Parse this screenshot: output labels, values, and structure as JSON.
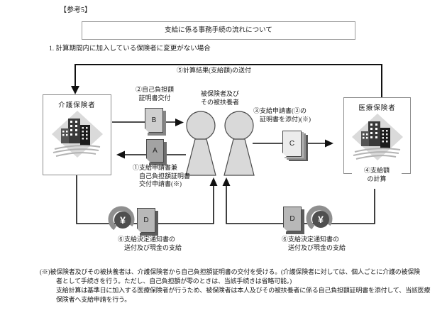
{
  "page": {
    "ref_label": "【参考5】",
    "title": "支給に係る事務手続の流れについて",
    "section_heading": "1. 計算期間内に加入している保険者に変更がない場合"
  },
  "diagram": {
    "care_insurer_label": "介護保険者",
    "medical_insurer_label": "医療保険者",
    "insured_label": [
      "被保険者及び",
      "その被扶養者"
    ],
    "yen_symbol": "¥",
    "documents": {
      "a": "A",
      "b": "B",
      "c": "C",
      "d_left": "D",
      "d_right": "D"
    },
    "steps": {
      "s1": [
        "①支給申請書兼",
        "自己負担額証明書",
        "交付申請書(※)"
      ],
      "s2": [
        "②自己負担額",
        "証明書交付"
      ],
      "s3": [
        "③支給申請書(②の",
        "証明書を添付)(※)"
      ],
      "s4": [
        "④支給額",
        "の計算"
      ],
      "s5": "⑤計算結果(支給額)の送付",
      "s6_left": [
        "⑥支給決定通知書の",
        "送付及び現金の支給"
      ],
      "s6_right": [
        "⑥支給決定通知書の",
        "送付及び現金の支給"
      ]
    }
  },
  "footnote": {
    "lines": [
      "(※)被保険者及びその被扶養者は、介護保険者から自己負担額証明書の交付を受ける。(介護保険者に対しては、個人ごとに介護の被保険",
      "者として手続きを行う。ただし、自己負担額が零のときは、当該手続きは省略可能。)",
      "支給計算は基準日に加入する医療保険者が行うため、被保険者は本人及びその被扶養者に係る自己負担額証明書を添付して、当該医療",
      "保険者へ支給申請を行う。"
    ]
  },
  "colors": {
    "line": "#111111",
    "box_border": "#8c8c8c",
    "figure_fill": "#d9d9d9",
    "coin": "#4f4f4f",
    "diamond": "#dadada"
  }
}
